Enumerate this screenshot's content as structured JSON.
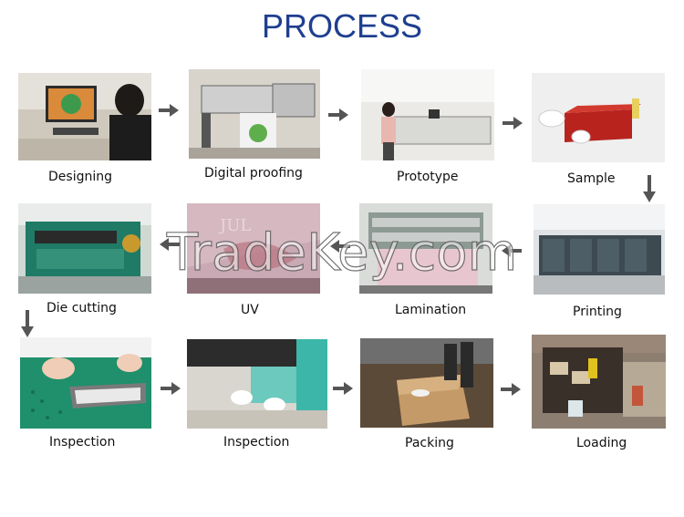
{
  "title": "PROCESS",
  "watermark": "TradeKey.com",
  "colors": {
    "title": "#1f3f8f",
    "arrow": "#555555"
  },
  "steps": [
    {
      "label": "Designing"
    },
    {
      "label": "Digital proofing"
    },
    {
      "label": "Prototype"
    },
    {
      "label": "Sample"
    },
    {
      "label": "Printing"
    },
    {
      "label": "Lamination"
    },
    {
      "label": "UV"
    },
    {
      "label": "Die cutting"
    },
    {
      "label": "Inspection"
    },
    {
      "label": "Inspection"
    },
    {
      "label": "Packing"
    },
    {
      "label": "Loading"
    }
  ]
}
